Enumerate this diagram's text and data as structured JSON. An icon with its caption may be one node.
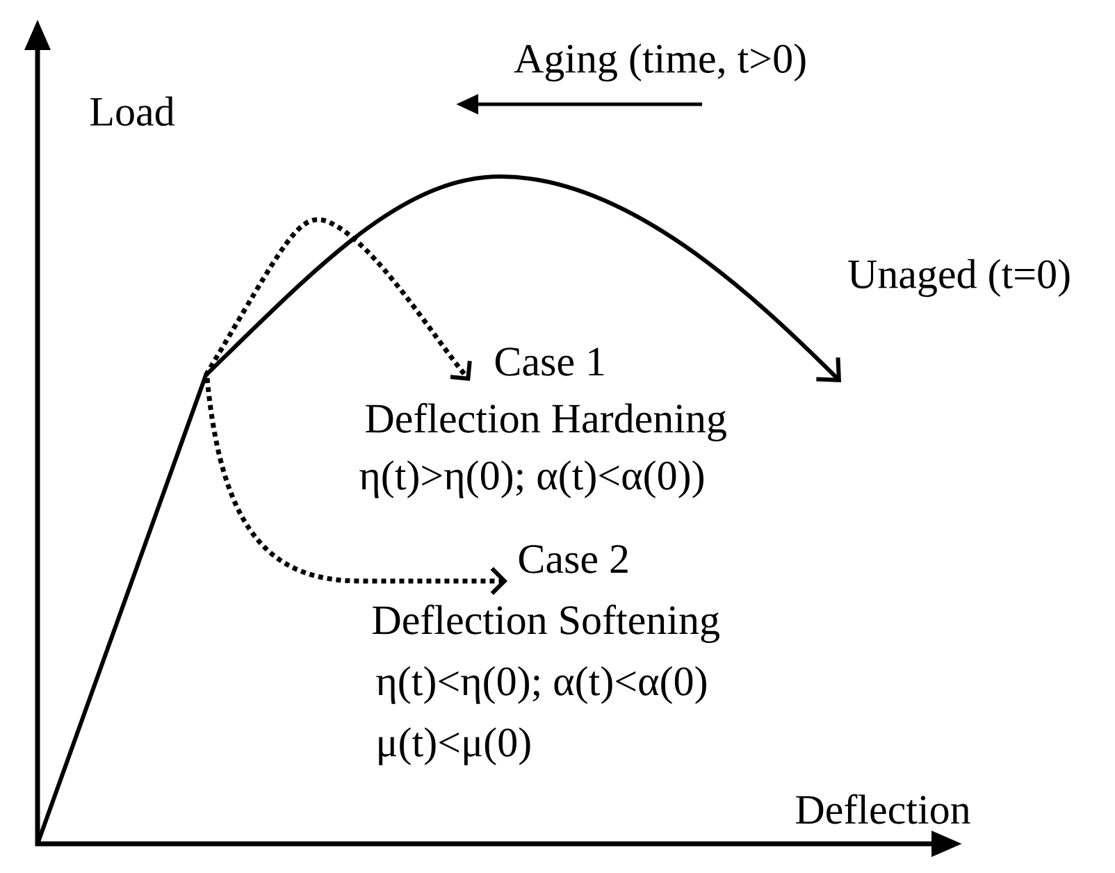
{
  "diagram": {
    "nodes": [
      {
        "text": [
          "Case 1",
          "Deflection Hardening",
          "η(t)>η(0); α(t)<α(0))"
        ]
      },
      {
        "text": [
          "Case 2",
          "Deflection Softening",
          "η(t)<η(0); α(t)<α(0)",
          "μ(t)<μ(0)"
        ]
      }
    ],
    "edges": [
      {
        "from": null,
        "to": 0,
        "arrow": "to",
        "style": "dashed"
      },
      {
        "from": null,
        "to": 1,
        "arrow": "to",
        "style": "dashed"
      }
    ],
    "labels": [
      "Load",
      "Aging (time, t>0)",
      "Unaged (t=0)",
      "Deflection"
    ]
  }
}
